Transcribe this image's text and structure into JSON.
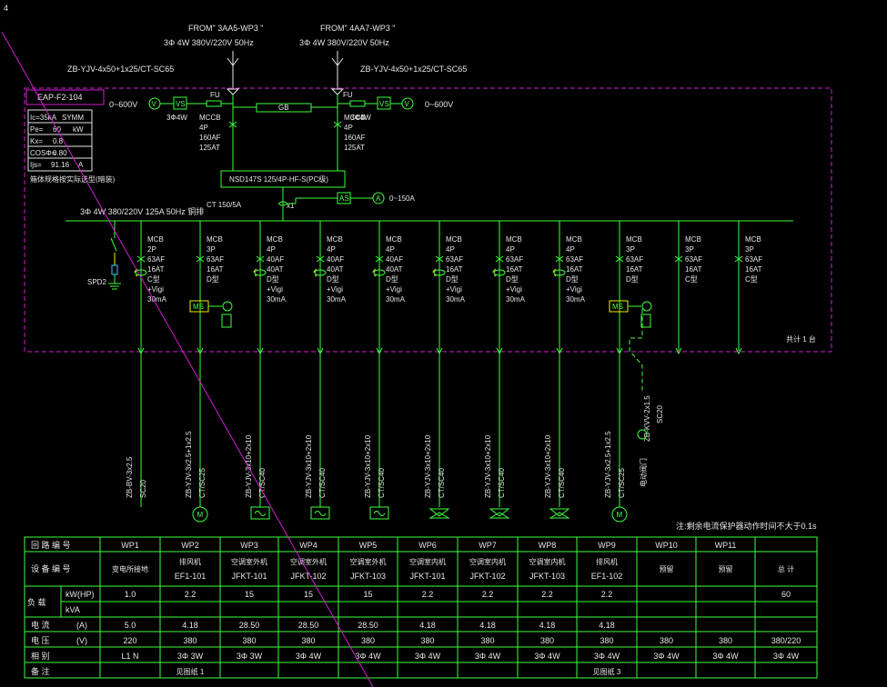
{
  "corner_mark": "4",
  "sources": [
    {
      "from": "FROM\" 3AA5-WP3 \"",
      "spec": "3Φ 4W 380V/220V 50Hz",
      "cable": "ZB-YJV-4x50+1x25/CT-SC65",
      "meter_range": "0~600V",
      "v": "V",
      "vs": "VS",
      "fu": "FU",
      "phase": "3Φ4W",
      "breaker": [
        "MCCB",
        "4P",
        "160AF",
        "125AT"
      ]
    },
    {
      "from": "FROM\" 4AA7-WP3 \"",
      "spec": "3Φ 4W 380V/220V 50Hz",
      "cable": "ZB-YJV-4x50+1x25/CT-SC65",
      "meter_range": "0~600V",
      "v": "V",
      "vs": "VS",
      "fu": "FU",
      "phase": "3Φ4W",
      "breaker": [
        "MCCB",
        "4P",
        "160AF",
        "125AT"
      ]
    }
  ],
  "panel": {
    "id": "EAP-F2-104",
    "params": [
      {
        "k": "Ic=35kA",
        "v": "SYMM",
        "u": ""
      },
      {
        "k": "Pe=",
        "v": "60",
        "u": "kW"
      },
      {
        "k": "Kx=",
        "v": "0.8",
        "u": ""
      },
      {
        "k": "COSΦ=",
        "v": "0.80",
        "u": ""
      },
      {
        "k": "Ijs=",
        "v": "91.16",
        "u": "A"
      }
    ],
    "note": "箱体规格按实际选型(暗装)",
    "gb": "GB",
    "transfer_switch": "NSD147S 125/4P-HF-S(PC级)",
    "ct": "CT  150/5A",
    "ct_n": "x1",
    "as": "AS",
    "a": "A",
    "ammeter_range": "0~150A",
    "bus_label": "3Φ 4W 380/220V 125A 50Hz  铜排",
    "spd": "SPD2",
    "total_label": "共计 1 台"
  },
  "branches": [
    {
      "breaker": [
        "MCB",
        "2P",
        "63AF",
        "16AT",
        "C型",
        "+Vigi",
        "30mA"
      ],
      "cable": "ZB-BV-3x2.5",
      "conduit": "SC20",
      "ms": "",
      "load": ""
    },
    {
      "breaker": [
        "MCB",
        "3P",
        "63AF",
        "16AT",
        "D型"
      ],
      "cable": "ZB-YJV-3x2.5+1x2.5",
      "conduit": "CT/SC25",
      "ms": "MS",
      "load": "M"
    },
    {
      "breaker": [
        "MCB",
        "4P",
        "40AF",
        "40AT",
        "D型",
        "+Vigi",
        "30mA"
      ],
      "cable": "ZB-YJV-3x10+2x10",
      "conduit": "CT/SC40",
      "ms": "",
      "load": "~"
    },
    {
      "breaker": [
        "MCB",
        "4P",
        "40AF",
        "40AT",
        "D型",
        "+Vigi",
        "30mA"
      ],
      "cable": "ZB-YJV-3x10+2x10",
      "conduit": "CT/SC40",
      "ms": "",
      "load": "~"
    },
    {
      "breaker": [
        "MCB",
        "4P",
        "40AF",
        "40AT",
        "D型",
        "+Vigi",
        "30mA"
      ],
      "cable": "ZB-YJV-3x10+2x10",
      "conduit": "CT/SC40",
      "ms": "",
      "load": "~"
    },
    {
      "breaker": [
        "MCB",
        "4P",
        "63AF",
        "16AT",
        "D型",
        "+Vigi",
        "30mA"
      ],
      "cable": "ZB-YJV-3x10+2x10",
      "conduit": "CT/SC40",
      "ms": "",
      "load": "fan"
    },
    {
      "breaker": [
        "MCB",
        "4P",
        "63AF",
        "16AT",
        "D型",
        "+Vigi",
        "30mA"
      ],
      "cable": "ZB-YJV-3x10+2x10",
      "conduit": "CT/SC40",
      "ms": "",
      "load": "fan"
    },
    {
      "breaker": [
        "MCB",
        "4P",
        "63AF",
        "16AT",
        "D型",
        "+Vigi",
        "30mA"
      ],
      "cable": "ZB-YJV-3x10+2x10",
      "conduit": "CT/SC40",
      "ms": "",
      "load": "fan"
    },
    {
      "breaker": [
        "MCB",
        "3P",
        "63AF",
        "16AT",
        "D型"
      ],
      "cable": "ZB-YJV-3x2.5+1x2.5",
      "conduit": "CT/SC25",
      "ms": "MS",
      "load": "M"
    },
    {
      "breaker": [
        "MCB",
        "3P",
        "63AF",
        "16AT",
        "C型"
      ],
      "cable": "",
      "conduit": "",
      "ms": "",
      "load": ""
    },
    {
      "breaker": [
        "MCB",
        "3P",
        "63AF",
        "16AT",
        "C型"
      ],
      "cable": "",
      "conduit": "",
      "ms": "",
      "load": ""
    }
  ],
  "control_cable": {
    "cable": "ZB-KVV-2x1.5",
    "conduit": "SC20",
    "note": "电动阀门"
  },
  "note_right": "注:剩余电流保护器动作时间不大于0.1s",
  "table": {
    "headers": {
      "circuit": "回 路 编 号",
      "device": "设 备 编 号",
      "load": "负 载",
      "kw": "kW(HP)",
      "kva": "kVA",
      "current": "电  流",
      "current_unit": "(A)",
      "voltage": "电  压",
      "voltage_unit": "(V)",
      "phase": "相  别",
      "remark": "备  注"
    },
    "columns": [
      {
        "circuit": "WP1",
        "device1": "变电所接地",
        "device2": "",
        "kw": "1.0",
        "kva": "",
        "current": "5.0",
        "voltage": "220",
        "phase": "L1 N",
        "remark": ""
      },
      {
        "circuit": "WP2",
        "device1": "排风机",
        "device2": "EF1-101",
        "kw": "2.2",
        "kva": "",
        "current": "4.18",
        "voltage": "380",
        "phase": "3Φ 3W",
        "remark": "见图纸 1"
      },
      {
        "circuit": "WP3",
        "device1": "空调室外机",
        "device2": "JFKT-101",
        "kw": "15",
        "kva": "",
        "current": "28.50",
        "voltage": "380",
        "phase": "3Φ 3W",
        "remark": ""
      },
      {
        "circuit": "WP4",
        "device1": "空调室外机",
        "device2": "JFKT-102",
        "kw": "15",
        "kva": "",
        "current": "28.50",
        "voltage": "380",
        "phase": "3Φ 4W",
        "remark": ""
      },
      {
        "circuit": "WP5",
        "device1": "空调室外机",
        "device2": "JFKT-103",
        "kw": "15",
        "kva": "",
        "current": "28.50",
        "voltage": "380",
        "phase": "3Φ 4W",
        "remark": ""
      },
      {
        "circuit": "WP6",
        "device1": "空调室内机",
        "device2": "JFKT-101",
        "kw": "2.2",
        "kva": "",
        "current": "4.18",
        "voltage": "380",
        "phase": "3Φ 4W",
        "remark": ""
      },
      {
        "circuit": "WP7",
        "device1": "空调室内机",
        "device2": "JFKT-102",
        "kw": "2.2",
        "kva": "",
        "current": "4.18",
        "voltage": "380",
        "phase": "3Φ 4W",
        "remark": ""
      },
      {
        "circuit": "WP8",
        "device1": "空调室内机",
        "device2": "JFKT-103",
        "kw": "2.2",
        "kva": "",
        "current": "4.18",
        "voltage": "380",
        "phase": "3Φ 4W",
        "remark": ""
      },
      {
        "circuit": "WP9",
        "device1": "排风机",
        "device2": "EF1-102",
        "kw": "2.2",
        "kva": "",
        "current": "4.18",
        "voltage": "380",
        "phase": "3Φ 4W",
        "remark": "见图纸 3"
      },
      {
        "circuit": "WP10",
        "device1": "预留",
        "device2": "",
        "kw": "",
        "kva": "",
        "current": "",
        "voltage": "380",
        "phase": "3Φ 4W",
        "remark": ""
      },
      {
        "circuit": "WP11",
        "device1": "预留",
        "device2": "",
        "kw": "",
        "kva": "",
        "current": "",
        "voltage": "380",
        "phase": "3Φ 4W",
        "remark": ""
      },
      {
        "circuit": "",
        "device1": "总  计",
        "device2": "",
        "kw": "60",
        "kva": "",
        "current": "",
        "voltage": "380/220",
        "phase": "3Φ 4W",
        "remark": ""
      }
    ]
  }
}
